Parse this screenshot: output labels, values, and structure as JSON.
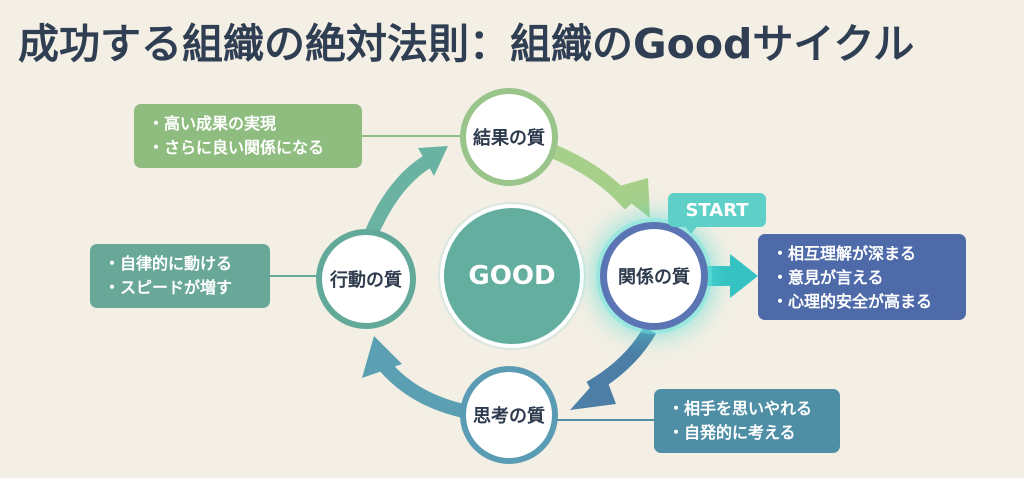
{
  "title": "成功する組織の絶対法則：組織のGoodサイクル",
  "center_label": "GOOD",
  "start_badge": "START",
  "nodes": {
    "result": "結果の質",
    "relation": "関係の質",
    "thought": "思考の質",
    "action": "行動の質"
  },
  "boxes": {
    "result": [
      "・高い成果の実現",
      "・さらに良い関係になる"
    ],
    "relation": [
      "・相互理解が深まる",
      "・意見が言える",
      "・心理的安全が高まる"
    ],
    "thought": [
      "・相手を思いやれる",
      "・自発的に考える"
    ],
    "action": [
      "・自律的に動ける",
      "・スピードが増す"
    ]
  },
  "colors": {
    "background": "#f3efe4",
    "result": "#8fbc7f",
    "relation": "#4e6aa8",
    "thought": "#4f8fa6",
    "action": "#69a898",
    "good": "#64aea0",
    "start": "#5fd0c8"
  }
}
